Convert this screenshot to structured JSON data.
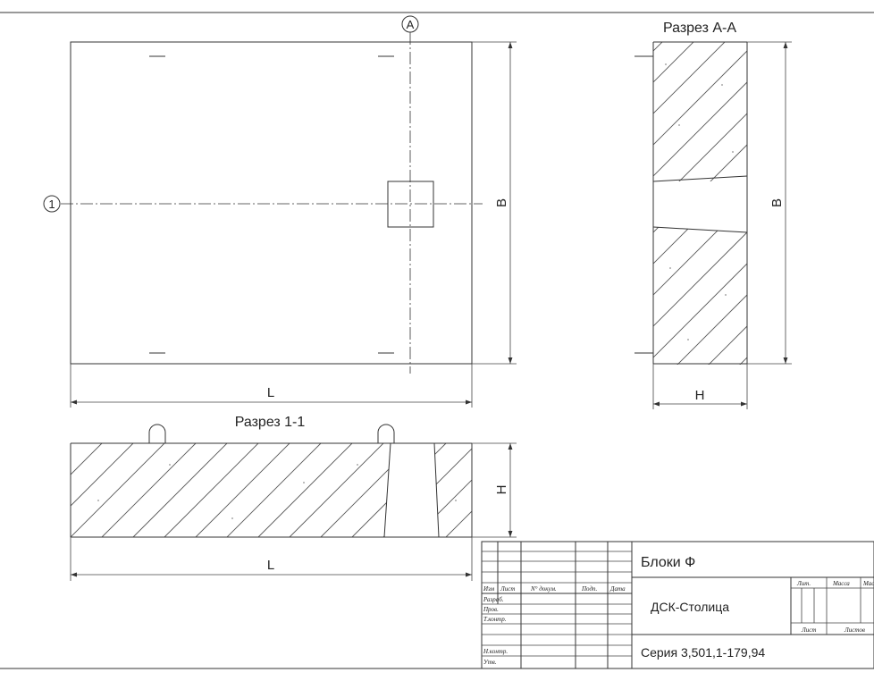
{
  "drawing": {
    "labels": {
      "section_aa": "Разрез А-А",
      "section_11": "Разрез 1-1",
      "axis_a": "А",
      "axis_1": "1",
      "dim_L_top": "L",
      "dim_L_bottom": "L",
      "dim_B_plan": "B",
      "dim_B_section": "B",
      "dim_H_section": "H",
      "dim_H_bottom": "H"
    }
  },
  "title_block": {
    "title": "Блоки Ф",
    "organization": "ДСК-Столица",
    "series": "Серия 3,501,1-179,94",
    "header_cols": [
      "Изм",
      "Лист",
      "N° докум.",
      "Подп.",
      "Дата"
    ],
    "row_labels": [
      "Разраб.",
      "Пров.",
      "Т.контр.",
      "",
      "Н.контр.",
      "Утв."
    ],
    "stage_cols": [
      "Лит.",
      "Масса",
      "Масштаб"
    ],
    "sheet_cols": [
      "Лист",
      "Листов"
    ]
  },
  "colors": {
    "line": "#333333",
    "hatch": "#555555",
    "paper": "#ffffff"
  }
}
